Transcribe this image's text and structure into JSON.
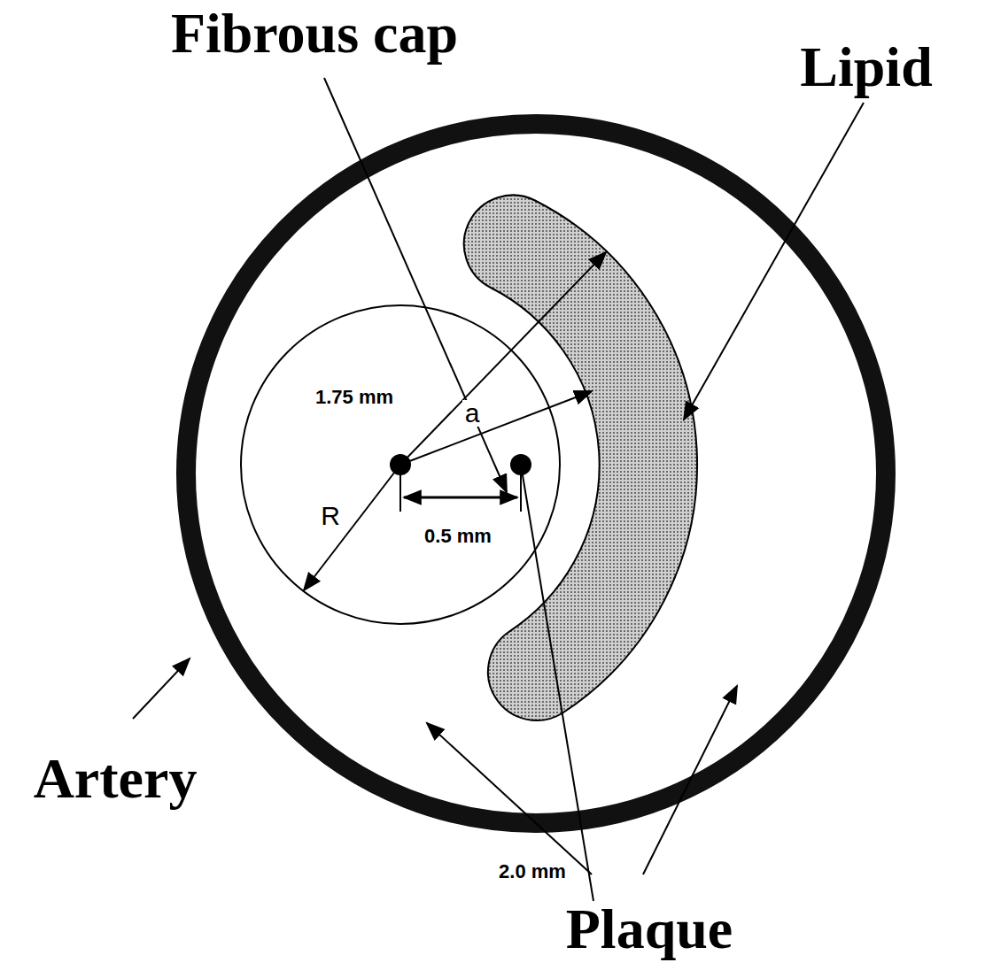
{
  "diagram": {
    "labels": [
      "Fibrous cap",
      "Lipid",
      "1.75 mm",
      "a",
      "R",
      "0.5 mm",
      "2.0 mm",
      "Artery",
      "Plaque"
    ]
  }
}
